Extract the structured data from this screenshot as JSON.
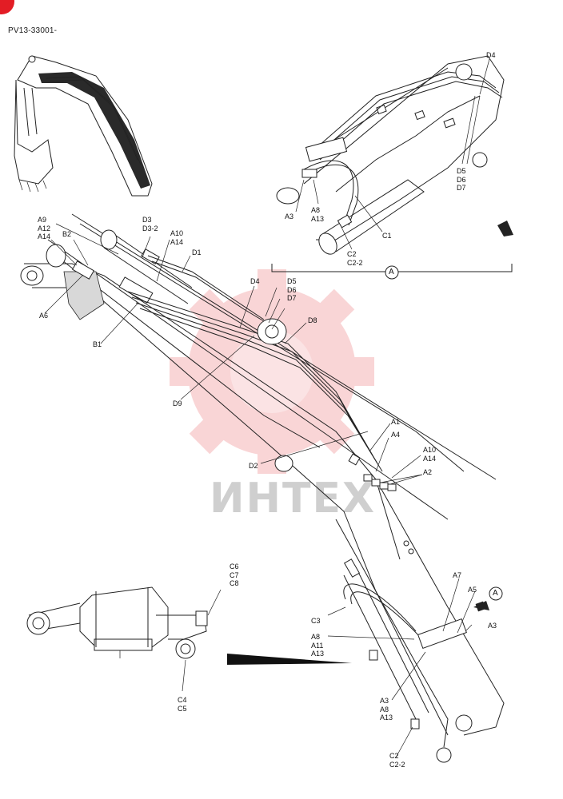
{
  "document": {
    "code": "PV13-33001-",
    "watermark_text": "ИНТЕХ",
    "watermark_color": "#e31d25",
    "badge_color": "#e31d25"
  },
  "view_a_marker": "A",
  "main_labels": {
    "a9": "A9\nA12\nA14",
    "b2": "B2",
    "d3": "D3\nD3-2",
    "a10_top": "A10\nA14",
    "d1": "D1",
    "a6": "A6",
    "b1": "B1",
    "d4": "D4",
    "d5": "D5\nD6\nD7",
    "d8": "D8",
    "d9": "D9",
    "a1": "A1",
    "a4": "A4",
    "a10_mid": "A10\nA14",
    "a2": "A2",
    "d2": "D2",
    "a7": "A7",
    "a5": "A5",
    "a3_right": "A3",
    "c3": "C3",
    "a8": "A8\nA11\nA13",
    "a3_bottom": "A3\nA8\nA13",
    "c2_bottom": "C2\nC2-2"
  },
  "detail_labels": {
    "d4": "D4",
    "d5": "D5\nD6\nD7",
    "a3": "A3",
    "a8": "A8\nA13",
    "c1": "C1",
    "c2": "C2\nC2-2"
  },
  "swivel_labels": {
    "c6": "C6\nC7\nC8",
    "c4": "C4\nC5"
  }
}
